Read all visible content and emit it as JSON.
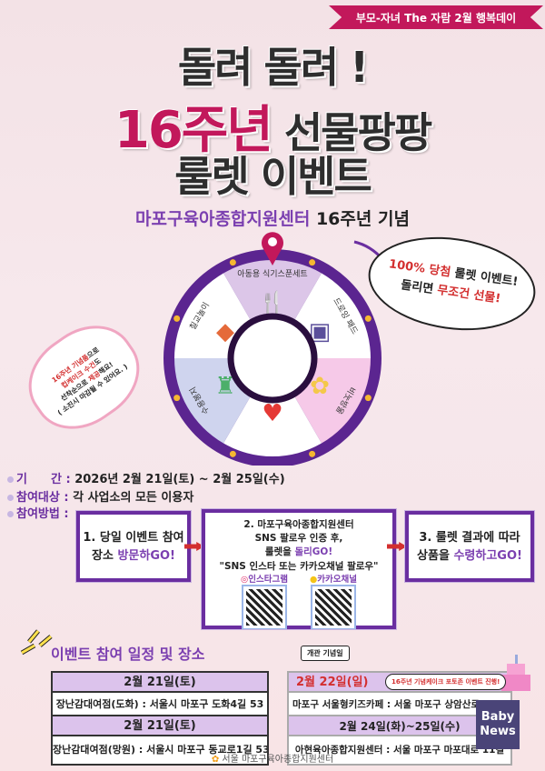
{
  "ribbon": "부모-자녀 The 자람 2월 행복데이",
  "title": {
    "line1": "돌려 돌려 !",
    "line2_red": "16주년",
    "line2_rest": "선물팡팡",
    "line3": "룰렛 이벤트"
  },
  "subtitle": {
    "org": "마포구육아종합지원센터",
    "rest": "16주년 기념"
  },
  "wheel": {
    "segments": [
      {
        "label": "아동용 식기스푼세트",
        "color": "#dcc6e8",
        "icon": "spoon-fork-icon"
      },
      {
        "label": "드로잉 패드",
        "color": "#ffffff",
        "icon": "drawing-pad-icon"
      },
      {
        "label": "비눗방울",
        "color": "#f6c9e8",
        "icon": "bubble-toy-icon"
      },
      {
        "label": "",
        "color": "#ffffff",
        "icon": "heart-icon"
      },
      {
        "label": "수용봉지",
        "color": "#cfd4ee",
        "icon": "bag-icon"
      },
      {
        "label": "칠교놀이",
        "color": "#ffffff",
        "icon": "tangram-icon"
      }
    ],
    "ring_color": "#5b2590",
    "pointer_color": "#c2185b"
  },
  "speech": {
    "l1_red": "100% 당첨",
    "l1_rest": "룰렛 이벤트!",
    "l2_rest": "돌리면",
    "l2_red": "무조건 선물!"
  },
  "cloud": {
    "l1_red": "16주년 기념품",
    "l1": "으로",
    "l2_red": "컵케이크 수건",
    "l2": "도",
    "l3": "선착순으로",
    "l3_red": "제공",
    "l3b": "해요!",
    "l4": "( 소진시 마감될 수 있어요. )"
  },
  "info": {
    "period_label": "기　　간 :",
    "period": "2026년 2월 21일(토) ~ 2월 25일(수)",
    "target_label": "참여대상 :",
    "target": "각 사업소의 모든 이용자",
    "method_label": "참여방법 :"
  },
  "steps": {
    "s1_l1": "1. 당일 이벤트 참여",
    "s1_l2a": "장소 ",
    "s1_l2b": "방문하GO!",
    "s2_l1": "2. 마포구육아종합지원센터",
    "s2_l2": "SNS 팔로우 인증 후,",
    "s2_l3a": "룰렛을 ",
    "s2_l3b": "돌리GO!",
    "s2_l4": "\"SNS 인스타 또는 카카오채널 팔로우\"",
    "instagram": "인스타그램",
    "kakao": "카카오채널",
    "s3_l1": "3. 룰렛 결과에 따라",
    "s3_l2a": "상품을 ",
    "s3_l2b": "수령하고GO!"
  },
  "schedule": {
    "heading": "이벤트 참여 일정 및 장소",
    "left": [
      {
        "date": "2월 21일(토)",
        "place": "장난감대여점(도화) : 서울시 마포구 도화4길 53"
      },
      {
        "date": "2월 21일(토)",
        "place": "장난감대여점(망원) : 서울시 마포구 동교로1길 53"
      }
    ],
    "right": [
      {
        "date": "2월 22일(일)",
        "place": "마포구 서울형키즈카페 : 서울 마포구 상암산로"
      },
      {
        "date": "2월 24일(화)~25일(수)",
        "place": "아현육아종합지원센터 : 서울 마포구 마포대로 11길"
      }
    ],
    "tag": "개관 기념일",
    "cake_note": "16주년 기념케이크 포토존 이벤트 진행!"
  },
  "footer": "서울 마포구육아종합지원센터",
  "watermark": {
    "l1": "Baby",
    "l2": "News"
  }
}
